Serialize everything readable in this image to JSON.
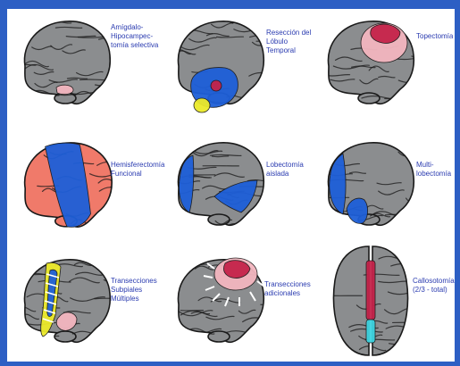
{
  "colors": {
    "brain_gray": "#8b8d8f",
    "sulci": "#1a1a1a",
    "resection_blue": "#1e5fd8",
    "salmon": "#f07a6a",
    "pink_light": "#f3b6bf",
    "crimson": "#c4234a",
    "yellow": "#ecea2a",
    "cyan": "#3dd3e0",
    "label_blue": "#2a3bb0",
    "frame_blue": "#2d5fc4"
  },
  "panels": [
    {
      "id": "amygdalo",
      "label": "Amígdalo-\nHipocampec-\ntomía selectiva"
    },
    {
      "id": "lobulo-temporal",
      "label": "Resección del\nLóbulo\nTemporal"
    },
    {
      "id": "topectomia",
      "label": "Topectomía"
    },
    {
      "id": "hemisferectomia",
      "label": "Hemisferectomía\nFuncional"
    },
    {
      "id": "lobectomia",
      "label": "Lobectomía\naislada"
    },
    {
      "id": "multilobectomia",
      "label": "Multi-\nlobectomía"
    },
    {
      "id": "transecciones-subpiales",
      "label": "Transecciones\nSubpiales\nMúltiples"
    },
    {
      "id": "transecciones-adicionales",
      "label": "Transecciones\nadicionales"
    },
    {
      "id": "callosotomia",
      "label": "Callosotomía\n(2/3 - total)"
    }
  ]
}
